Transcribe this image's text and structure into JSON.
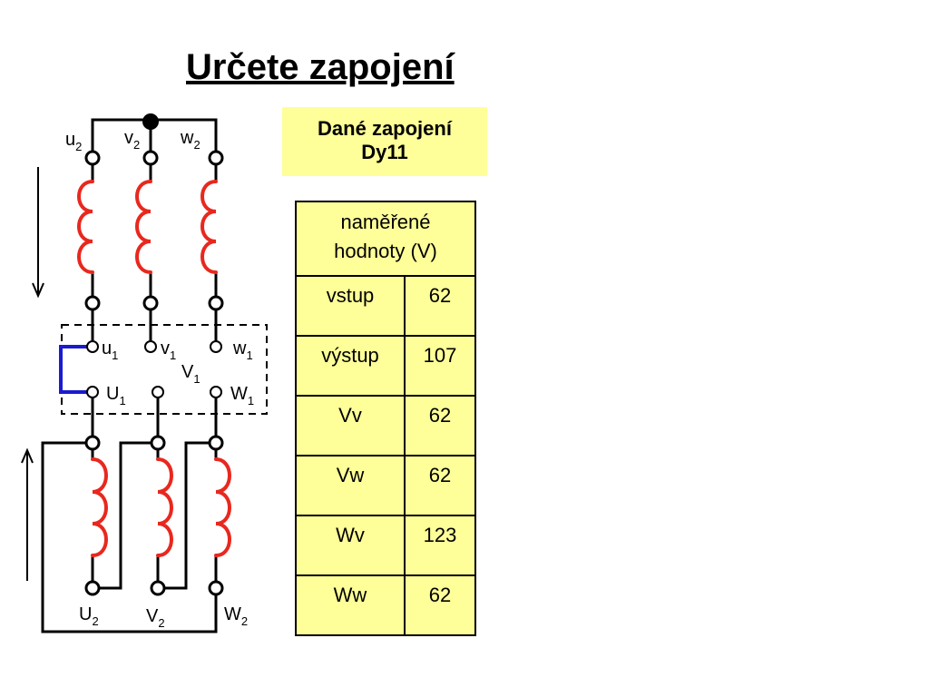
{
  "title": "Určete zapojení",
  "given": {
    "line1": "Dané zapojení",
    "line2": "Dy11"
  },
  "table": {
    "header_line1": "naměřené",
    "header_line2": "hodnoty (V)",
    "rows": [
      {
        "name": "vstup",
        "value": "62"
      },
      {
        "name": "výstup",
        "value": "107"
      },
      {
        "name": "Vv",
        "value": "62"
      },
      {
        "name": "Vw",
        "value": "62"
      },
      {
        "name": "Wv",
        "value": "123"
      },
      {
        "name": "Ww",
        "value": "62"
      }
    ]
  },
  "labels": {
    "u2": {
      "base": "u",
      "sub": "2"
    },
    "v2": {
      "base": "v",
      "sub": "2"
    },
    "w2": {
      "base": "w",
      "sub": "2"
    },
    "u1": {
      "base": "u",
      "sub": "1"
    },
    "v1": {
      "base": "v",
      "sub": "1"
    },
    "w1": {
      "base": "w",
      "sub": "1"
    },
    "V1": {
      "base": "V",
      "sub": "1"
    },
    "U1": {
      "base": "U",
      "sub": "1"
    },
    "W1": {
      "base": "W",
      "sub": "1"
    },
    "U2": {
      "base": "U",
      "sub": "2"
    },
    "V2": {
      "base": "V",
      "sub": "2"
    },
    "W2": {
      "base": "W",
      "sub": "2"
    }
  },
  "colors": {
    "coil": "#e8281e",
    "jumper": "#1a1ad0",
    "highlight": "#ffff99",
    "wire": "#000000"
  }
}
